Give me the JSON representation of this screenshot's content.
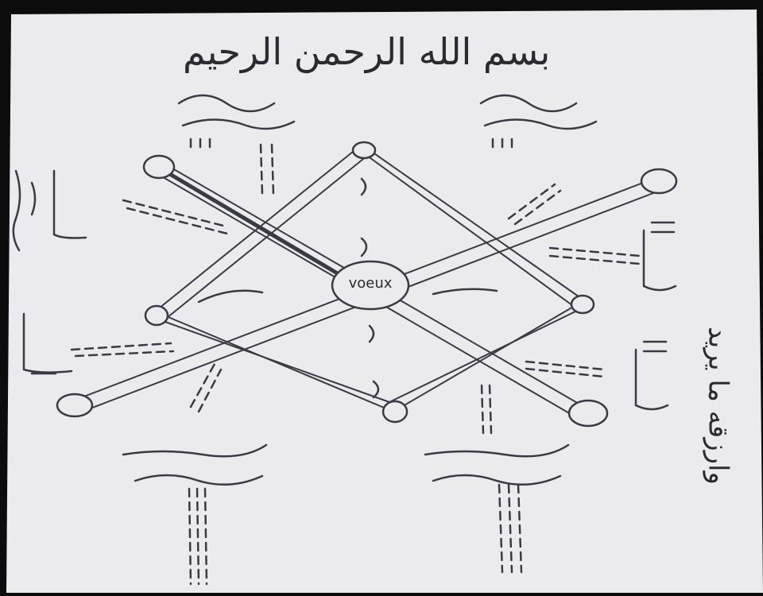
{
  "title": "بسم الله الرحمن الرحيم",
  "center_word": "voeux",
  "side_text": "وارزقه ما يريد",
  "colors": {
    "paper": "#ebebee",
    "ink": "#2a2a30",
    "frame": "#0c0c0c"
  }
}
